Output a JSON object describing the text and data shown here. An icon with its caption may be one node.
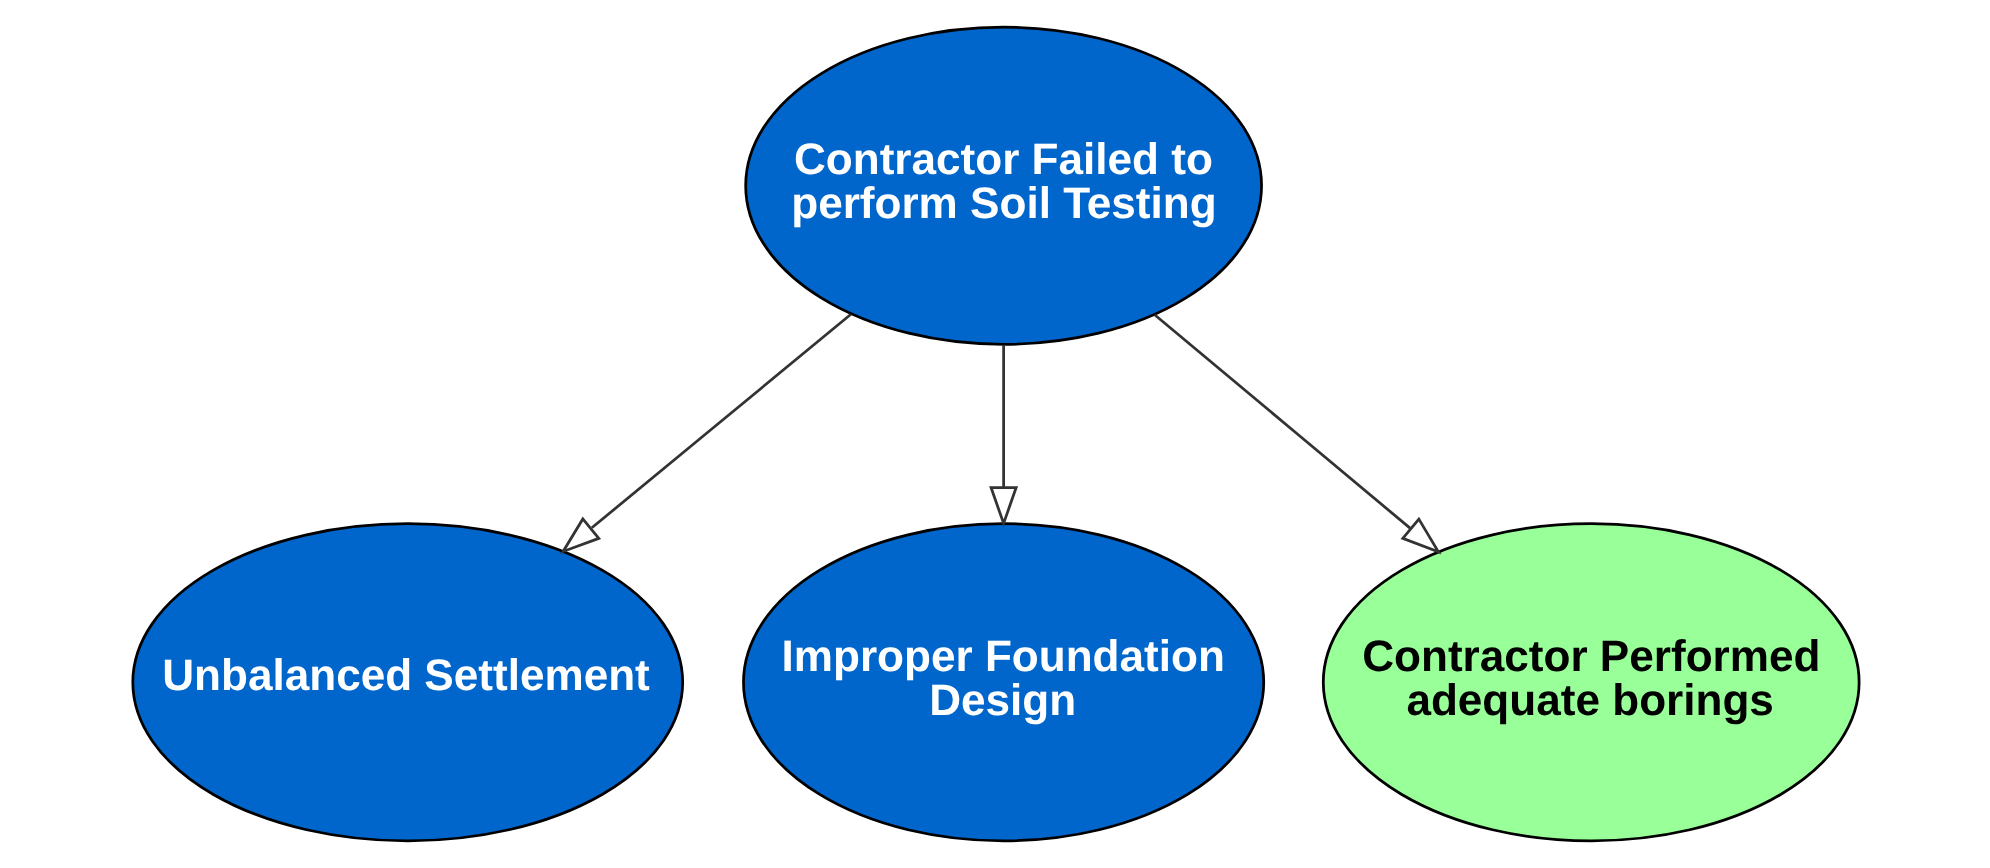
{
  "diagram": {
    "nodes": [
      {
        "text": [
          "Contractor Failed to perform Soil Testing"
        ]
      },
      {
        "text": [
          "Unbalanced Settlement"
        ]
      },
      {
        "text": [
          "Improper Foundation Design"
        ]
      },
      {
        "text": [
          "Contractor Performed adequate borings"
        ]
      }
    ],
    "edges": [
      {
        "from": 0,
        "to": 1,
        "arrow": "to"
      },
      {
        "from": 0,
        "to": 2,
        "arrow": "to"
      },
      {
        "from": 0,
        "to": 3,
        "arrow": "to"
      }
    ]
  }
}
